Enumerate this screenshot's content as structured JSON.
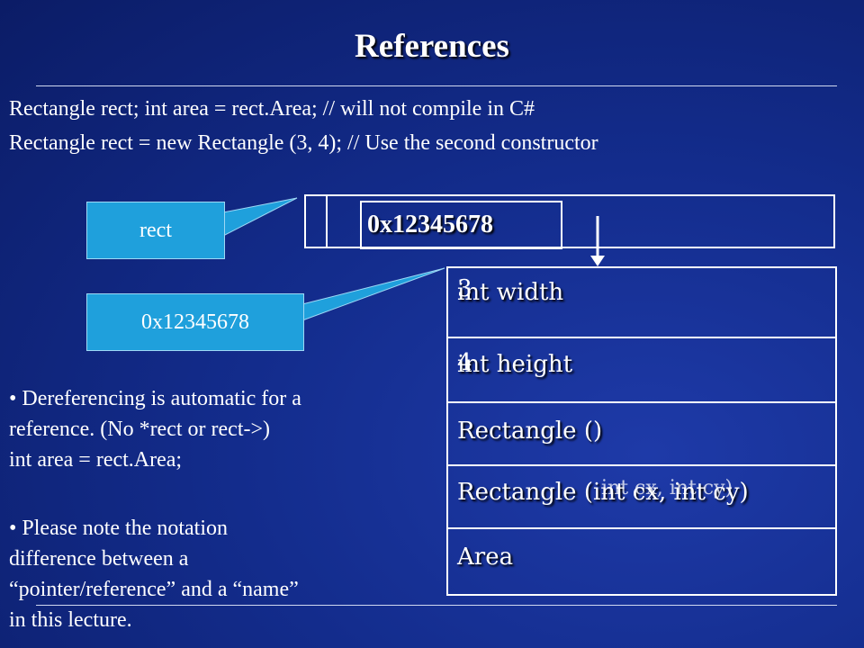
{
  "slide": {
    "title": "References",
    "code_line_1": "Rectangle rect;  int area = rect.Area;  // will not compile in C#",
    "code_line_2": "Rectangle rect = new Rectangle (3, 4); // Use the second constructor"
  },
  "diagram": {
    "rect_label": "rect",
    "address_label": "0x12345678",
    "reference_value": "0x12345678",
    "fields": {
      "width": "int width",
      "width_value": "3",
      "height": "int height",
      "height_value": "4",
      "ctor_default": "Rectangle ()",
      "ctor_params": "Rectangle (int cx, int cy)",
      "ctor_params_overlay": "int cx, int cy)",
      "area": "Area"
    }
  },
  "notes": {
    "bullet_1_line_1": "• Dereferencing is automatic for a",
    "bullet_1_line_2": "reference. (No *rect or rect->)",
    "bullet_1_line_3": "int area = rect.Area;",
    "bullet_2_line_1": "• Please note the notation",
    "bullet_2_line_2": "difference between a",
    "bullet_2_line_3": "“pointer/reference” and a “name”",
    "bullet_2_line_4": "in this lecture."
  },
  "colors": {
    "background": "#132c8c",
    "callout": "#1fa0dc"
  }
}
